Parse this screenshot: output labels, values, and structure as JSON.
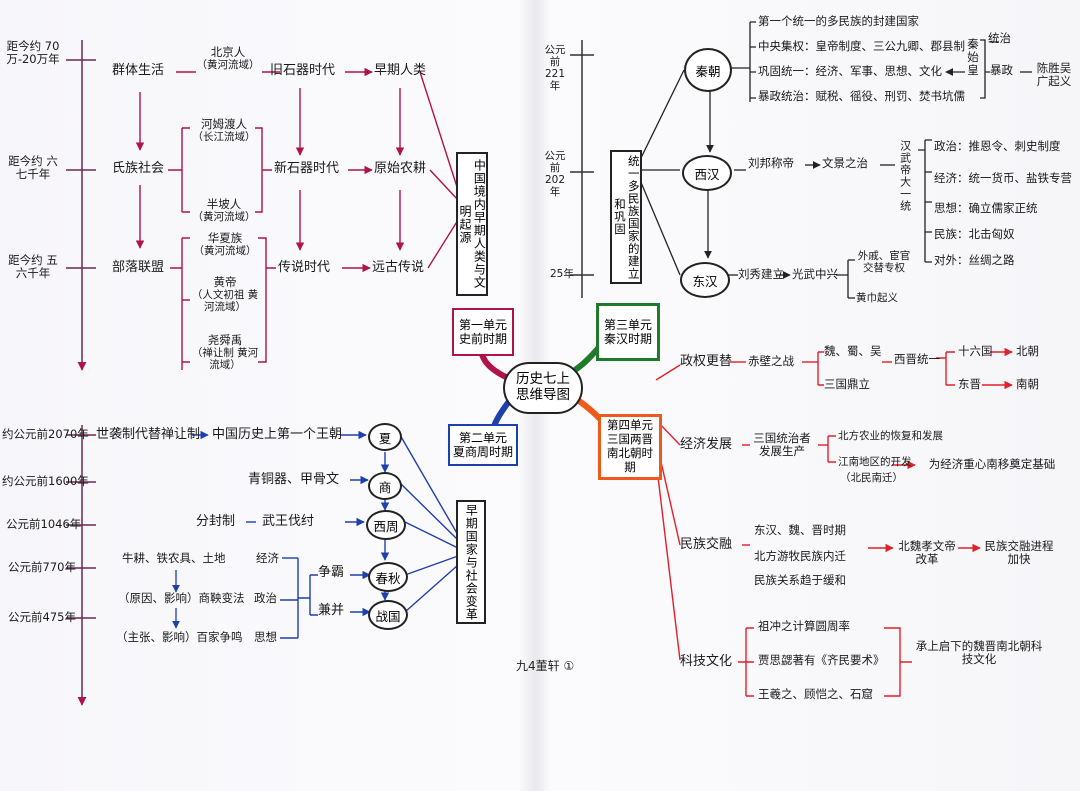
{
  "title": "历史七上思维导图",
  "signature": "九4董轩 ①",
  "colors": {
    "unit1": "#b0124a",
    "unit2": "#1e3fae",
    "unit3": "#1f7a2c",
    "unit4": "#ee5a1c",
    "timeline": "#6b2a55",
    "ink": "#1a1a1a"
  },
  "unit1": {
    "label": "第一单元 史前时期",
    "center": "中国境内早期人类与文明起源",
    "timeline": [
      "距今约 70万-20万年",
      "距今约 六七千年",
      "距今约 五六千年"
    ],
    "rows": [
      {
        "life": "群体生活",
        "site": "北京人",
        "site_note": "（黄河流域）",
        "era": "旧石器时代",
        "theme": "早期人类"
      },
      {
        "life": "氏族社会",
        "site": "河姆渡人",
        "site_note": "（长江流域）",
        "site2": "半坡人",
        "site2_note": "（黄河流域）",
        "era": "新石器时代",
        "theme": "原始农耕"
      },
      {
        "life": "部落联盟",
        "site": "华夏族",
        "site_note": "（黄河流域）",
        "site2": "黄帝",
        "site2_note": "（人文初祖 黄河流域）",
        "site3": "尧舜禹",
        "site3_note": "（禅让制 黄河流域）",
        "era": "传说时代",
        "theme": "远古传说"
      }
    ]
  },
  "unit2": {
    "label": "第二单元 夏商周时期",
    "center": "早期国家与社会变革",
    "timeline": [
      "约公元前2070年",
      "约公元前1600年",
      "公元前1046年",
      "公元前770年",
      "公元前475年"
    ],
    "dynasties": [
      "夏",
      "商",
      "西周",
      "春秋",
      "战国"
    ],
    "xia": {
      "a": "世袭制代替禅让制",
      "b": "中国历史上第一个王朝"
    },
    "shang": "青铜器、甲骨文",
    "zhou": {
      "a": "分封制",
      "b": "武王伐纣"
    },
    "change": {
      "economy_a": "牛耕、铁农具、土地",
      "economy": "经济",
      "politics_a": "（原因、影响）商鞅变法",
      "politics": "政治",
      "thought_a": "（主张、影响）百家争鸣",
      "thought": "思想",
      "hegemony": "争霸",
      "annex": "兼并"
    }
  },
  "unit3": {
    "label": "第三单元 秦汉时期",
    "center": "统一多民族国家的建立和巩固",
    "timeline": [
      "公元前221年",
      "公元前202年",
      "25年"
    ],
    "qin": {
      "name": "秦朝",
      "points": [
        "第一个统一的多民族的封建国家",
        "中央集权：皇帝制度、三公九卿、郡县制",
        "巩固统一：经济、军事、思想、文化",
        "暴政统治：赋税、徭役、刑罚、焚书坑儒"
      ],
      "side_a": "秦始皇",
      "side_b": "统治",
      "side_c": "暴政",
      "side_d": "陈胜吴广起义"
    },
    "west_han": {
      "name": "西汉",
      "a": "刘邦称帝",
      "b": "文景之治",
      "emperor": "汉武帝大一统",
      "points": [
        "政治：推恩令、刺史制度",
        "经济：统一货币、盐铁专营",
        "思想：确立儒家正统",
        "民族：北击匈奴",
        "对外：丝绸之路"
      ]
    },
    "east_han": {
      "name": "东汉",
      "a": "刘秀建立",
      "b": "光武中兴",
      "c": "外戚、宦官交替专权",
      "d": "黄巾起义"
    }
  },
  "unit4": {
    "label": "第四单元 三国两晋南北朝时期",
    "sections": {
      "politics": {
        "title": "政权更替",
        "a": "赤壁之战",
        "b": "魏、蜀、吴",
        "c": "三国鼎立",
        "d": "西晋统一",
        "e": "十六国",
        "f": "北朝",
        "g": "东晋",
        "h": "南朝"
      },
      "economy": {
        "title": "经济发展",
        "a": "三国统治者发展生产",
        "b": "北方农业的恢复和发展",
        "c": "江南地区的开发",
        "d": "（北民南迁）",
        "e": "为经济重心南移奠定基础"
      },
      "ethnic": {
        "title": "民族交融",
        "a": "东汉、魏、晋时期",
        "b": "北方游牧民族内迁",
        "c": "民族关系趋于缓和",
        "d": "北魏孝文帝改革",
        "e": "民族交融进程加快"
      },
      "culture": {
        "title": "科技文化",
        "a": "祖冲之计算圆周率",
        "b": "贾思勰著有《齐民要术》",
        "c": "王羲之、顾恺之、石窟",
        "d": "承上启下的魏晋南北朝科技文化"
      }
    }
  }
}
